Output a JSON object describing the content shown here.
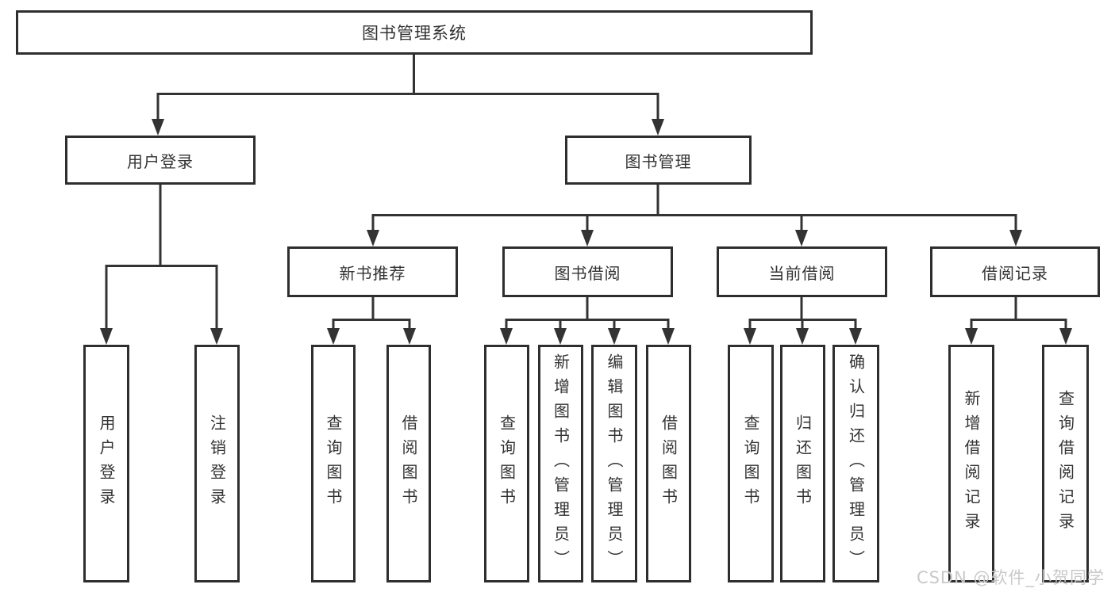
{
  "colors": {
    "line": "#333333",
    "box_border": "#2e2e2e",
    "text": "#333333",
    "background": "#ffffff",
    "watermark": "#c9c9c9"
  },
  "tree": {
    "root": {
      "label": "图书管理系统",
      "children": [
        {
          "label": "用户登录",
          "children": [
            {
              "label": "用户登录"
            },
            {
              "label": "注销登录"
            }
          ]
        },
        {
          "label": "图书管理",
          "children": [
            {
              "label": "新书推荐",
              "children": [
                {
                  "label": "查询图书"
                },
                {
                  "label": "借阅图书"
                }
              ]
            },
            {
              "label": "图书借阅",
              "children": [
                {
                  "label": "查询图书"
                },
                {
                  "label": "新增图书（管理员）"
                },
                {
                  "label": "编辑图书（管理员）"
                },
                {
                  "label": "借阅图书"
                }
              ]
            },
            {
              "label": "当前借阅",
              "children": [
                {
                  "label": "查询图书"
                },
                {
                  "label": "归还图书"
                },
                {
                  "label": "确认归还（管理员）"
                }
              ]
            },
            {
              "label": "借阅记录",
              "children": [
                {
                  "label": "新增借阅记录"
                },
                {
                  "label": "查询借阅记录"
                }
              ]
            }
          ]
        }
      ]
    }
  },
  "watermark": {
    "text": "CSDN @软件_小贺同学"
  }
}
